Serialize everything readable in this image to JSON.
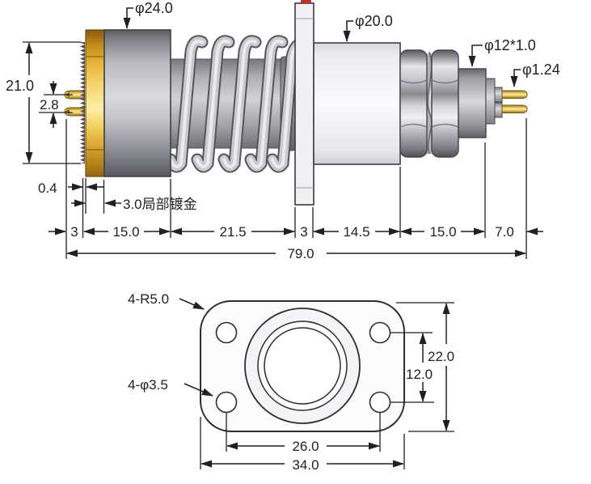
{
  "side_view": {
    "dia_top": "φ24.0",
    "dia_mid": "φ20.0",
    "dia_thread": "φ12*1.0",
    "dia_pin": "φ1.24",
    "overall_height": "21.0",
    "pin_pitch": "2.8",
    "serration_width": "0.4",
    "plating_note": "3.0局部镀金",
    "chain": [
      "3",
      "15.0",
      "21.5",
      "3",
      "14.5",
      "15.0",
      "7.0"
    ],
    "total_length": "79.0"
  },
  "bottom_view": {
    "corner_radius": "4-R5.0",
    "hole_dia": "4-φ3.5",
    "hole_pitch_x": "26.0",
    "flange_width": "34.0",
    "flange_height": "22.0",
    "hole_pitch_y": "12.0"
  },
  "colors": {
    "line": "#1f1f24",
    "gold": "#f2cf5c",
    "metal_gray": "#9a9aa0",
    "red_mark": "#c43026",
    "background": "#ffffff"
  }
}
